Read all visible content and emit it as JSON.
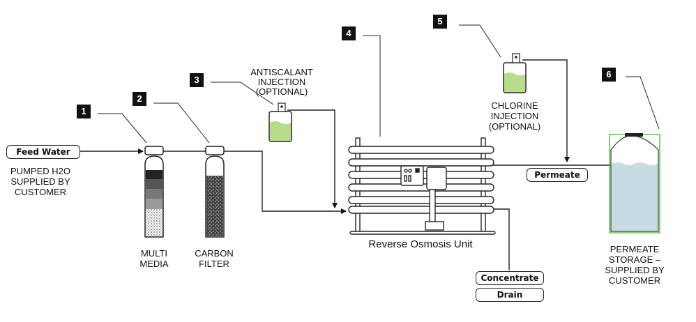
{
  "badges": [
    "1",
    "2",
    "3",
    "4",
    "5",
    "6"
  ],
  "labels": {
    "feed_water": "Feed Water",
    "supply_line1": "PUMPED H2O",
    "supply_line2": "SUPPLIED BY",
    "supply_line3": "CUSTOMER",
    "multi_media_1": "MULTI",
    "multi_media_2": "MEDIA",
    "carbon_filter_1": "CARBON",
    "carbon_filter_2": "FILTER",
    "antiscalant_1": "ANTISCALANT",
    "antiscalant_2": "INJECTION",
    "antiscalant_3": "(OPTIONAL)",
    "chlorine_1": "CHLORINE",
    "chlorine_2": "INJECTION",
    "chlorine_3": "(OPTIONAL)",
    "ro_unit": "Reverse Osmosis Unit",
    "permeate": "Permeate",
    "concentrate": "Concentrate",
    "drain": "Drain",
    "storage_1": "PERMEATE",
    "storage_2": "STORAGE –",
    "storage_3": "SUPPLIED BY",
    "storage_4": "CUSTOMER"
  },
  "colors": {
    "chemical_fill": "#b9dc8c",
    "storage_water": "#c7dbe2",
    "storage_outline": "#5cc24f",
    "line": "#222222"
  }
}
